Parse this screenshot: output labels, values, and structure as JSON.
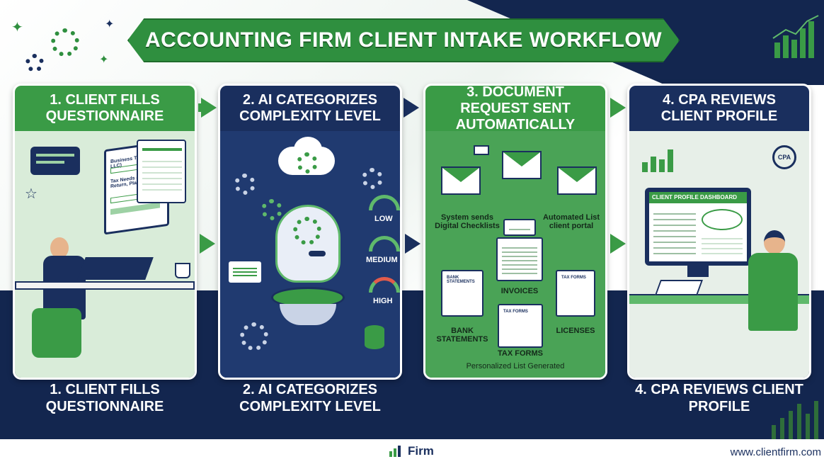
{
  "title": "ACCOUNTING FIRM CLIENT INTAKE WORKFLOW",
  "colors": {
    "green": "#3a9b46",
    "navy": "#13264f",
    "light": "#d9ecd9"
  },
  "steps": [
    {
      "header": "1. CLIENT FILLS QUESTIONNAIRE",
      "caption": "1. CLIENT FILLS QUESTIONNAIRE",
      "form_lines": [
        "Business Type (e.g. LLC)",
        "Tax Needs (e.g. Tax Return, Planning)"
      ]
    },
    {
      "header": "2. AI CATEGORIZES COMPLEXITY LEVEL",
      "caption": "2. AI CATEGORIZES COMPLEXITY LEVEL",
      "levels": [
        "LOW",
        "MEDIUM",
        "HIGH"
      ]
    },
    {
      "header": "3. DOCUMENT REQUEST SENT AUTOMATICALLY",
      "left_note": "System sends Digital Checklists",
      "right_note": "Automated List client portal",
      "docs": [
        "BANK STATEMENTS",
        "INVOICES",
        "TAX FORMS",
        "LICENSES"
      ],
      "doc_mini": [
        "BANK STATEMENTS",
        "TAX FORMS",
        "TAX FORMS"
      ],
      "footer_note": "Personalized List Generated"
    },
    {
      "header": "4. CPA REVIEWS CLIENT PROFILE",
      "caption": "4. CPA REVIEWS CLIENT PROFILE",
      "dashboard_title": "CLIENT PROFILE DASHBOARD",
      "badge": "CPA"
    }
  ],
  "footer": {
    "brand": "Firm",
    "url": "www.clientfirm.com"
  },
  "icons": [
    "sparkle-icon",
    "gear-icon",
    "bar-chart-icon",
    "envelope-icon",
    "document-icon",
    "robot-head-icon",
    "gauge-icon",
    "person-icon"
  ]
}
